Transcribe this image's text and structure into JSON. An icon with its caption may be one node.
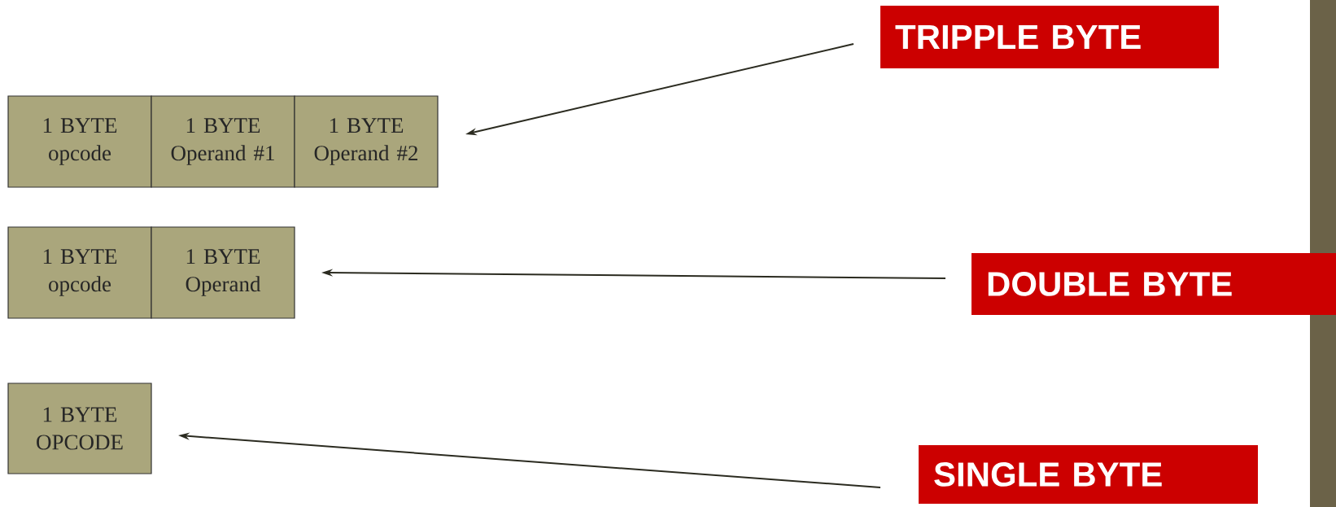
{
  "diagram": {
    "nodes": [
      {
        "text": [
          "1 BYTE opcode"
        ]
      },
      {
        "text": [
          "1 BYTE Operand #1"
        ]
      },
      {
        "text": [
          "1 BYTE Operand #2"
        ]
      },
      {
        "text": [
          "1 BYTE opcode"
        ]
      },
      {
        "text": [
          "1 BYTE Operand"
        ]
      },
      {
        "text": [
          "1 BYTE OPCODE"
        ]
      },
      {
        "text": [
          "TRIPPLE BYTE"
        ]
      },
      {
        "text": [
          "DOUBLE BYTE"
        ]
      },
      {
        "text": [
          "SINGLE BYTE"
        ]
      }
    ],
    "edges": [
      {
        "from": 6,
        "to": 2,
        "arrow": "to"
      },
      {
        "from": 7,
        "to": 4,
        "arrow": "to"
      },
      {
        "from": 8,
        "to": 5,
        "arrow": "to"
      }
    ]
  }
}
